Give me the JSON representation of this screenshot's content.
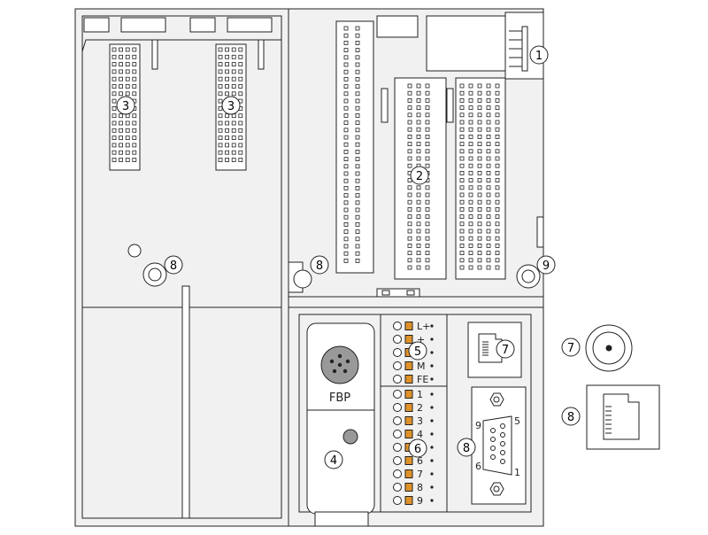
{
  "device_label": "FBP",
  "colors": {
    "outline": "#222222",
    "panel_fill": "#f1f1f1",
    "terminal_orange": "#e0922a",
    "background": "#ffffff"
  },
  "callouts": {
    "supply_connector": "1",
    "center_connectors": "2",
    "left_connector_a": "3",
    "left_connector_b": "3",
    "fbp_module": "4",
    "power_terminals": "5",
    "io_terminals": "6",
    "rj45_socket": "7",
    "bnc_connector": "7",
    "mount_hole_left": "8",
    "mount_hole_center": "8",
    "dsub_connector": "8",
    "rj45_external": "8",
    "mount_hole_right": "9"
  },
  "power_terminal_labels": [
    "L+",
    "+",
    "-",
    "M",
    "FE"
  ],
  "io_terminal_labels": [
    "1",
    "2",
    "3",
    "4",
    "5",
    "6",
    "7",
    "8",
    "9"
  ],
  "dsub_pin_labels": {
    "top_left": "9",
    "top_right": "5",
    "bottom_left": "6",
    "bottom_right": "1"
  }
}
